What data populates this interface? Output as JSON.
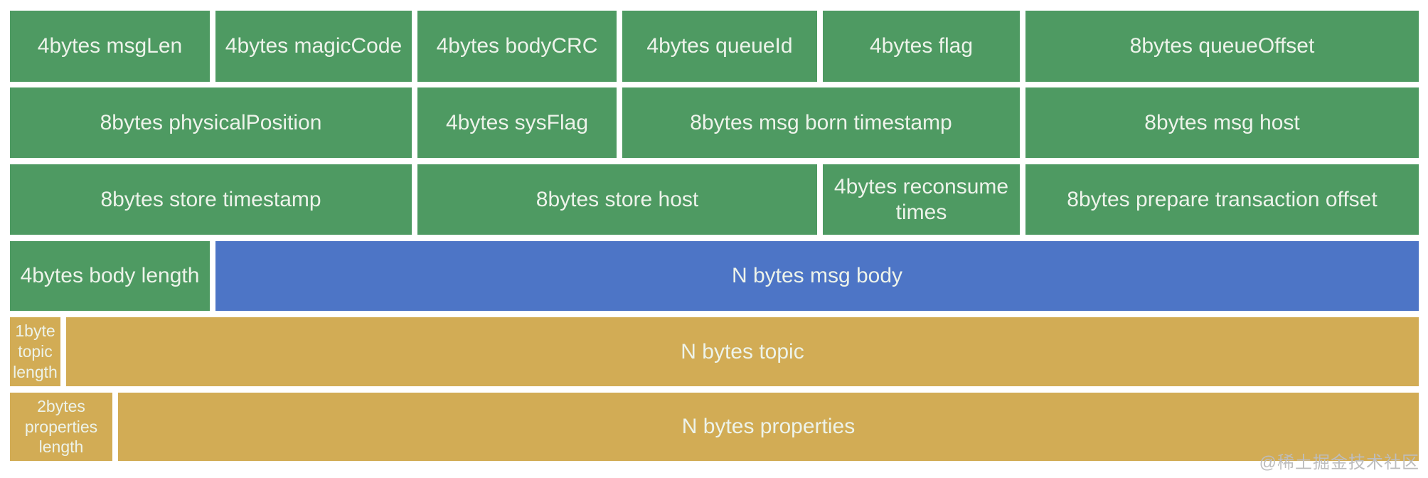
{
  "colors": {
    "green": "#4E9A62",
    "blue": "#4D75C6",
    "gold": "#D2AC55",
    "label_text": "#EDF3EA",
    "watermark": "#BDBDBD"
  },
  "rows": [
    {
      "cells": [
        {
          "label": "4bytes msgLen",
          "color": "green"
        },
        {
          "label": "4bytes magicCode",
          "color": "green"
        },
        {
          "label": "4bytes bodyCRC",
          "color": "green"
        },
        {
          "label": "4bytes queueId",
          "color": "green"
        },
        {
          "label": "4bytes flag",
          "color": "green"
        },
        {
          "label": "8bytes queueOffset",
          "color": "green"
        }
      ]
    },
    {
      "cells": [
        {
          "label": "8bytes physicalPosition",
          "color": "green"
        },
        {
          "label": "4bytes sysFlag",
          "color": "green"
        },
        {
          "label": "8bytes msg born timestamp",
          "color": "green"
        },
        {
          "label": "8bytes msg host",
          "color": "green"
        }
      ]
    },
    {
      "cells": [
        {
          "label": "8bytes store timestamp",
          "color": "green"
        },
        {
          "label": "8bytes store host",
          "color": "green"
        },
        {
          "label": "4bytes reconsume times",
          "color": "green"
        },
        {
          "label": "8bytes prepare transaction offset",
          "color": "green"
        }
      ]
    },
    {
      "cells": [
        {
          "label": "4bytes body length",
          "color": "green"
        },
        {
          "label": "N bytes msg body",
          "color": "blue"
        }
      ]
    },
    {
      "cells": [
        {
          "label": "1byte topic length",
          "color": "gold"
        },
        {
          "label": "N bytes topic",
          "color": "gold"
        }
      ]
    },
    {
      "cells": [
        {
          "label": "2bytes properties length",
          "color": "gold"
        },
        {
          "label": "N bytes properties",
          "color": "gold"
        }
      ]
    }
  ],
  "watermark": "@稀土掘金技术社区"
}
